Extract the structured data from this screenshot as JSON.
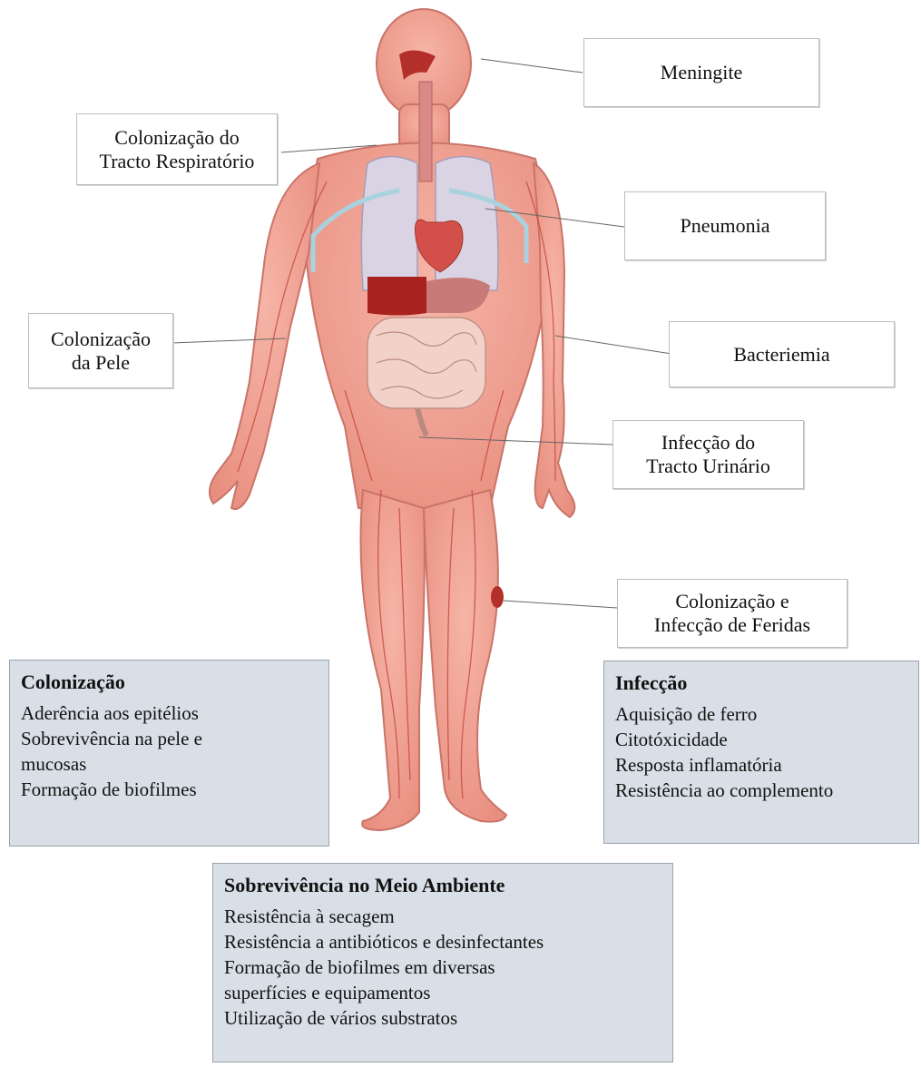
{
  "labels": {
    "meningite": "Meningite",
    "respiratorio_l1": "Colonização do",
    "respiratorio_l2": "Tracto Respiratório",
    "pneumonia": "Pneumonia",
    "pele_l1": "Colonização",
    "pele_l2": "da Pele",
    "bacteriemia": "Bacteriemia",
    "urinario_l1": "Infecção do",
    "urinario_l2": "Tracto Urinário",
    "feridas_l1": "Colonização e",
    "feridas_l2": "Infecção de Feridas"
  },
  "colonizacao": {
    "title": "Colonização",
    "items": [
      "Aderência aos epitélios",
      "Sobrevivência na pele e",
      "mucosas",
      "Formação de biofilmes"
    ]
  },
  "infeccao": {
    "title": "Infecção",
    "items": [
      "Aquisição de ferro",
      "Citotóxicidade",
      "Resposta inflamatória",
      "Resistência ao complemento"
    ]
  },
  "ambiente": {
    "title": "Sobrevivência no Meio Ambiente",
    "items": [
      "Resistência à secagem",
      "Resistência a antibióticos e desinfectantes",
      "Formação de biofilmes em diversas",
      "superfícies e equipamentos",
      "Utilização de vários substratos"
    ]
  },
  "colors": {
    "skin": "#f0a293",
    "skin_outline": "#c9746a",
    "vessel": "#c8463f",
    "lung": "#d9d3e3",
    "liver": "#a8231f",
    "box_fill": "#d9dfe6"
  }
}
